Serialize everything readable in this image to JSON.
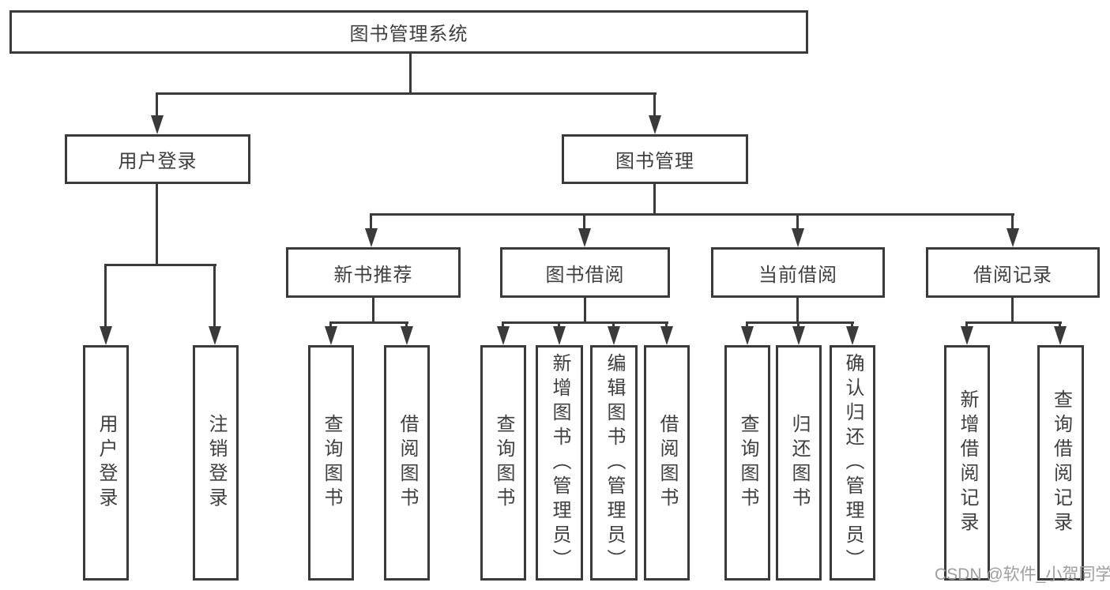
{
  "root": {
    "label": "图书管理系统"
  },
  "level2": [
    {
      "label": "用户登录"
    },
    {
      "label": "图书管理"
    }
  ],
  "level3": [
    {
      "label": "新书推荐"
    },
    {
      "label": "图书借阅"
    },
    {
      "label": "当前借阅"
    },
    {
      "label": "借阅记录"
    }
  ],
  "leaves": {
    "user_login": [
      {
        "label": "用户登录"
      },
      {
        "label": "注销登录"
      }
    ],
    "new_book": [
      {
        "label": "查询图书"
      },
      {
        "label": "借阅图书"
      }
    ],
    "book_borrow": [
      {
        "label": "查询图书"
      },
      {
        "label": "新增图书（管理员）"
      },
      {
        "label": "编辑图书（管理员）"
      },
      {
        "label": "借阅图书"
      }
    ],
    "current_borrow": [
      {
        "label": "查询图书"
      },
      {
        "label": "归还图书"
      },
      {
        "label": "确认归还（管理员）"
      }
    ],
    "borrow_records": [
      {
        "label": "新增借阅记录"
      },
      {
        "label": "查询借阅记录"
      }
    ]
  },
  "watermark": {
    "text": "CSDN @软件_小贺同学"
  },
  "colors": {
    "line": "#3a3a3a",
    "text": "#3f3f3f",
    "watermark": "#9e9e9e",
    "background": "#ffffff"
  }
}
